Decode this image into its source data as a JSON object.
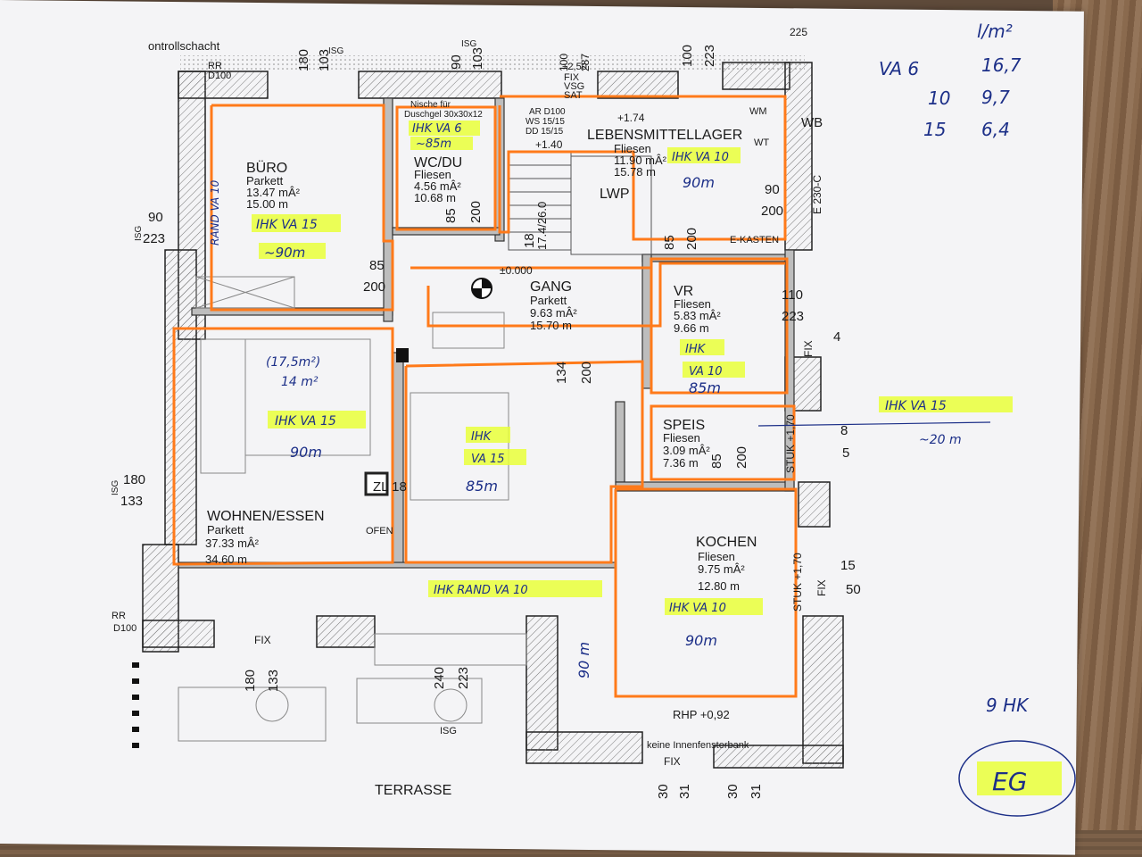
{
  "header": {
    "kontrollschacht": "ontrollschacht",
    "top_code": "225"
  },
  "legend": {
    "unit": "l/m²",
    "rows": [
      {
        "label": "VA 6",
        "value": "16,7"
      },
      {
        "label": "10",
        "value": "9,7"
      },
      {
        "label": "15",
        "value": "6,4"
      }
    ]
  },
  "rooms": {
    "buero": {
      "name": "BÜRO",
      "floor": "Parkett",
      "area": "13.47 mÂ²",
      "perimeter": "15.00 m",
      "hk": "IHK VA 15",
      "length": "~90m",
      "rand": "RAND VA 10"
    },
    "wc": {
      "name": "WC/DU",
      "floor": "Fliesen",
      "area": "4.56 mÂ²",
      "perimeter": "10.68 m",
      "note1": "Nische für",
      "note2": "Duschgel 30x30x12",
      "hk": "IHK VA 6",
      "length": "~85m"
    },
    "lager": {
      "name": "LEBENSMITTELLAGER",
      "floor": "Fliesen",
      "area": "11.90 mÂ²",
      "perimeter": "15.78 m",
      "hk": "IHK VA 10",
      "length": "90m",
      "wm": "WM",
      "wt": "WT",
      "wb": "WB",
      "lwp": "LWP",
      "ekasten": "E-KASTEN",
      "level1": "+1.74",
      "level2": "+1.40",
      "ar": "AR D100",
      "ws": "WS 15/15",
      "dd": "DD 15/15"
    },
    "gang": {
      "name": "GANG",
      "floor": "Parkett",
      "area": "9.63 mÂ²",
      "perimeter": "15.70 m",
      "zero": "±0.000"
    },
    "vr": {
      "name": "VR",
      "floor": "Fliesen",
      "area": "5.83 mÂ²",
      "perimeter": "9.66 m",
      "hk1": "IHK",
      "hk2": "VA 10",
      "length": "85m"
    },
    "wohnen": {
      "name": "WOHNEN/ESSEN",
      "floor": "Parkett",
      "area": "37.33 mÂ²",
      "perimeter": "34.60 m",
      "note1": "(17,5m²)",
      "note2": "14 m²",
      "hk": "IHK VA 15",
      "length": "90m",
      "ofen": "OFEN",
      "zl": "ZL 18"
    },
    "mitte": {
      "hk1": "IHK",
      "hk2": "VA 15",
      "length": "85m"
    },
    "speis": {
      "name": "SPEIS",
      "floor": "Fliesen",
      "area": "3.09 mÂ²",
      "perimeter": "7.36 m",
      "outside_hk": "IHK VA 15",
      "outside_len": "~20 m"
    },
    "kochen": {
      "name": "KOCHEN",
      "floor": "Fliesen",
      "area": "9.75 mÂ²",
      "perimeter": "12.80 m",
      "hk": "IHK VA 10",
      "length": "90m",
      "rhp": "RHP +0,92",
      "fenster": "keine Innenfensterbank",
      "side_len": "90 m"
    },
    "terrasse": {
      "name": "TERRASSE",
      "rand": "IHK RAND VA 10"
    }
  },
  "dims": {
    "d90": "90",
    "d223": "223",
    "d180": "180",
    "d103": "103",
    "d85": "85",
    "d200": "200",
    "d100": "100",
    "d110": "110",
    "d134": "134",
    "d133": "133",
    "d240": "240",
    "d30": "30",
    "d31": "31",
    "d18": "18",
    "d174": "17.4/26.0",
    "d287": "287",
    "d250": "+2,50",
    "fix": "FIX",
    "vsg": "VSG",
    "sat": "SAT",
    "isg": "ISG",
    "rr": "RR",
    "d100b": "D100",
    "stuk": "STUK +1,70",
    "e230": "E 230-C",
    "d15": "15",
    "d50": "50",
    "d4": "4",
    "d8": "8",
    "d5": "5"
  },
  "summary": {
    "count": "9 HK",
    "floor_tag": "EG"
  }
}
